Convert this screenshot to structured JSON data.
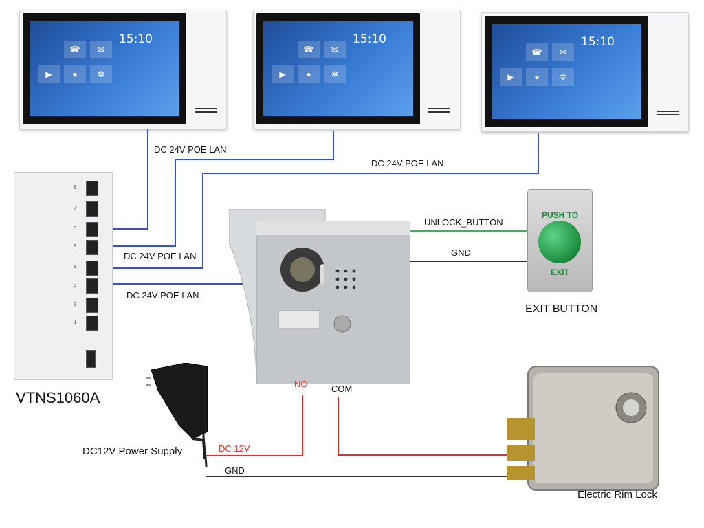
{
  "labels": {
    "monitor1_link": "DC 24V POE LAN",
    "monitor3_link": "DC 24V POE LAN",
    "monitor2_link": "DC 24V POE LAN",
    "doorstation_link": "DC 24V POE LAN",
    "unlock": "UNLOCK_BUTTON",
    "gnd_button": "GND",
    "exit_button": "EXIT BUTTON",
    "no": "NO",
    "com": "COM",
    "dc12": "DC 12V",
    "gnd_bottom": "GND",
    "psu": "DC12V Power Supply",
    "switch": "VTNS1060A",
    "lock": "Electric Rim Lock"
  },
  "button_text": {
    "top": "PUSH TO",
    "bottom": "EXIT"
  },
  "monitor_ui": {
    "clock": "15:10"
  },
  "switch_ports": [
    "8",
    "7",
    "6",
    "5",
    "4",
    "3",
    "2",
    "1"
  ],
  "colors": {
    "lan": "#3552c9",
    "unlock": "#2dbe4c",
    "gnd": "#333333",
    "power": "#e0302a"
  }
}
